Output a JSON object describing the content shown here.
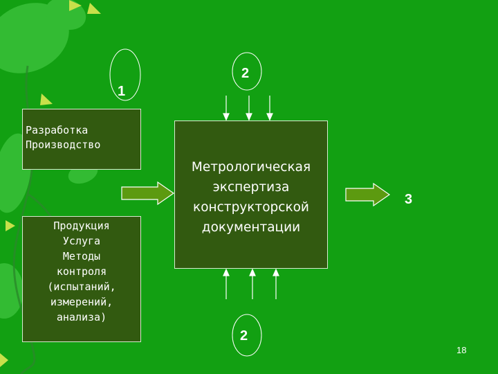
{
  "diagram": {
    "box_dev": {
      "text": "Разработка\nПроизводство"
    },
    "box_product": {
      "text": "Продукция\nУслуга\nМетоды\nконтроля\n(испытаний,\nизмерений,\nанализа)"
    },
    "box_main": {
      "text": "Метрологическая\nэкспертиза\nконструкторской\nдокументации"
    },
    "label_1": "1",
    "label_2_top": "2",
    "label_3": "3",
    "label_2_bottom": "2"
  },
  "page_number": "18",
  "colors": {
    "background": "#12a012",
    "box_fill": "#325a10",
    "arrow_fill": "#5c9a10",
    "leaf_light": "#4fd04f"
  }
}
